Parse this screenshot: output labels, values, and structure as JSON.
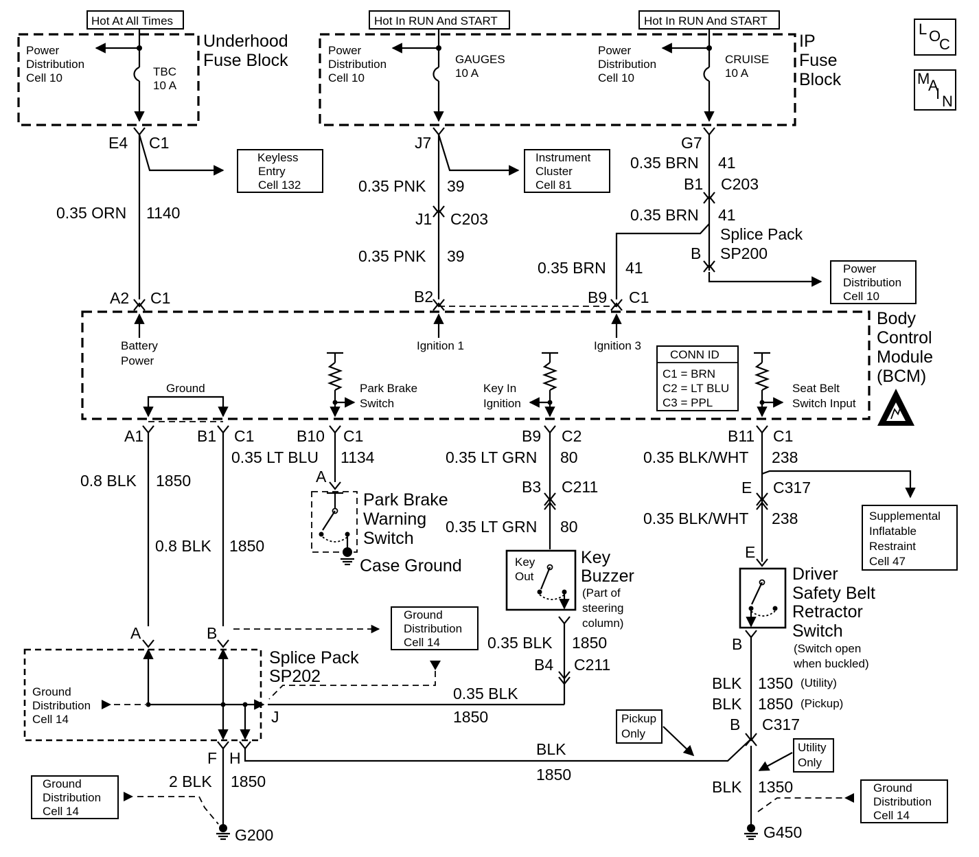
{
  "corner": {
    "loc": [
      "L",
      "O",
      "C"
    ],
    "main": [
      "M",
      "A",
      "I",
      "N"
    ]
  },
  "fuses": {
    "left": {
      "hot": "Hot At All Times",
      "pd": [
        "Power",
        "Distribution",
        "Cell 10"
      ],
      "fuse": [
        "TBC",
        "10 A"
      ]
    },
    "mid": {
      "hot": "Hot In RUN And START",
      "pd": [
        "Power",
        "Distribution",
        "Cell 10"
      ],
      "fuse": [
        "GAUGES",
        "10 A"
      ]
    },
    "right": {
      "hot": "Hot In RUN And START",
      "pd": [
        "Power",
        "Distribution",
        "Cell 10"
      ],
      "fuse": [
        "CRUISE",
        "10 A"
      ]
    },
    "underhood": [
      "Underhood",
      "Fuse Block"
    ],
    "ip": [
      "IP",
      "Fuse",
      "Block"
    ]
  },
  "refs": {
    "keyless": [
      "Keyless",
      "Entry",
      "Cell 132"
    ],
    "cluster": [
      "Instrument",
      "Cluster",
      "Cell 81"
    ],
    "pd10": [
      "Power",
      "Distribution",
      "Cell 10"
    ],
    "sir": [
      "Supplemental",
      "Inflatable",
      "Restraint",
      "Cell 47"
    ],
    "gd_top": [
      "Ground",
      "Distribution",
      "Cell 14"
    ],
    "gd_left": [
      "Ground",
      "Distribution",
      "Cell 14"
    ],
    "gd_bl": [
      "Ground",
      "Distribution",
      "Cell 14"
    ],
    "gd_br": [
      "Ground",
      "Distribution",
      "Cell 14"
    ],
    "pickup": [
      "Pickup",
      "Only"
    ],
    "utility": [
      "Utility",
      "Only"
    ]
  },
  "circuits": {
    "e4": "E4",
    "c1": "C1",
    "orn": "0.35 ORN",
    "n1140": "1140",
    "a2": "A2",
    "j7": "J7",
    "pnk1": "0.35 PNK",
    "n39a": "39",
    "j1": "J1",
    "c203a": "C203",
    "pnk2": "0.35 PNK",
    "n39b": "39",
    "b2": "B2",
    "g7": "G7",
    "brn1": "0.35 BRN",
    "n41a": "41",
    "b1c": "B1",
    "c203b": "C203",
    "brn2": "0.35 BRN",
    "n41b": "41",
    "sp200": [
      "Splice Pack",
      "SP200"
    ],
    "sp200_b": "B",
    "brn3": "0.35 BRN",
    "n41c": "41",
    "b9top": "B9",
    "c1b9": "C1",
    "a1": "A1",
    "b1": "B1",
    "c1b1": "C1",
    "b10": "B10",
    "c1b10": "C1",
    "ltblu": "0.35 LT BLU",
    "n1134": "1134",
    "pin_a": "A",
    "b9": "B9",
    "c2": "C2",
    "ltgrn1": "0.35 LT GRN",
    "n80a": "80",
    "b3": "B3",
    "c211a": "C211",
    "ltgrn2": "0.35 LT GRN",
    "n80b": "80",
    "b11": "B11",
    "c1b11": "C1",
    "bw1": "0.35 BLK/WHT",
    "n238a": "238",
    "e1": "E",
    "c317a": "C317",
    "bw2": "0.35 BLK/WHT",
    "n238b": "238",
    "e2": "E",
    "blk08a": "0.8 BLK",
    "n1850a": "1850",
    "blk08b": "0.8 BLK",
    "n1850b": "1850",
    "pa": "A",
    "pb": "B",
    "sp202": [
      "Splice Pack",
      "SP202"
    ],
    "blk035": "0.35 BLK",
    "n1850c": "1850",
    "b4": "B4",
    "c211b": "C211",
    "blk035b": "0.35 BLK",
    "n1850d": "1850",
    "pj": "J",
    "pf": "F",
    "ph": "H",
    "blk2": "2 BLK",
    "n1850e": "1850",
    "g200": "G200",
    "blkh": "BLK",
    "n1850f": "1850",
    "pbr": "B",
    "blk1350a": "BLK",
    "n1350a": "1350",
    "util": "(Utility)",
    "blk1850": "BLK",
    "n1850g": "1850",
    "pick": "(Pickup)",
    "pb2": "B",
    "c317b": "C317",
    "blk1350b": "BLK",
    "n1350b": "1350",
    "g450": "G450"
  },
  "bcm": {
    "title": [
      "Body",
      "Control",
      "Module",
      "(BCM)"
    ],
    "battery": [
      "Battery",
      "Power"
    ],
    "ign1": "Ignition 1",
    "ign3": "Ignition 3",
    "ground": "Ground",
    "park": [
      "Park Brake",
      "Switch"
    ],
    "keyin": [
      "Key In",
      "Ignition"
    ],
    "seat": [
      "Seat Belt",
      "Switch Input"
    ],
    "conn": {
      "title": "CONN ID",
      "rows": [
        "C1 = BRN",
        "C2 = LT BLU",
        "C3 = PPL"
      ]
    }
  },
  "components": {
    "pbws": [
      "Park Brake",
      "Warning",
      "Switch"
    ],
    "case_ground": "Case Ground",
    "keyout": [
      "Key",
      "Out"
    ],
    "keybuzzer": [
      "Key",
      "Buzzer"
    ],
    "keynote": [
      "(Part of",
      "steering",
      "column)"
    ],
    "dsbr": [
      "Driver",
      "Safety Belt",
      "Retractor",
      "Switch"
    ],
    "dsbr_note": [
      "(Switch open",
      "when buckled)"
    ]
  }
}
